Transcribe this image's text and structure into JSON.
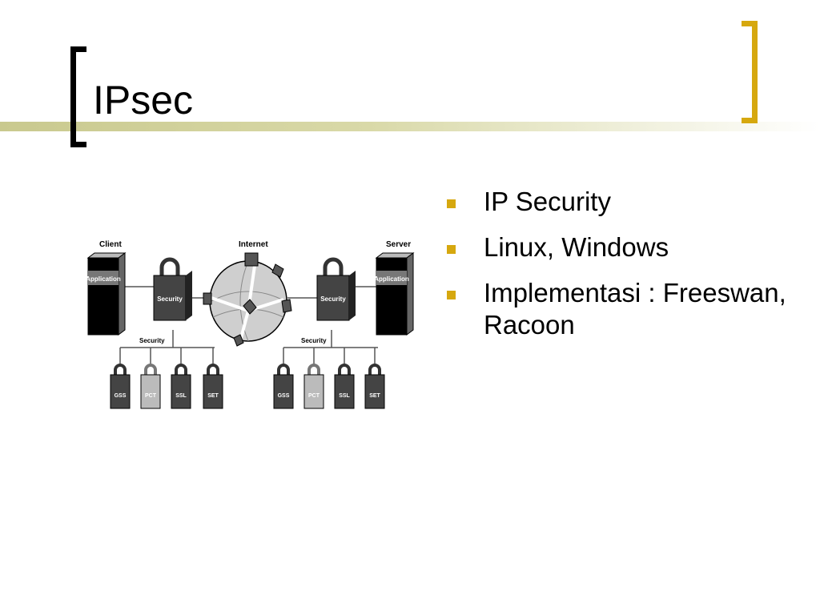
{
  "slide": {
    "title": "IPsec",
    "bullets": [
      "IP Security",
      "Linux, Windows",
      "Implementasi : Freeswan, Racoon"
    ]
  },
  "diagram": {
    "client_label": "Client",
    "internet_label": "Internet",
    "server_label": "Server",
    "application_label": "Application",
    "security_label": "Security",
    "protocols": [
      "GSS",
      "PCT",
      "SSL",
      "SET"
    ]
  },
  "colors": {
    "accent_gold": "#d6a80f",
    "title_bar": "#c9c98e"
  }
}
